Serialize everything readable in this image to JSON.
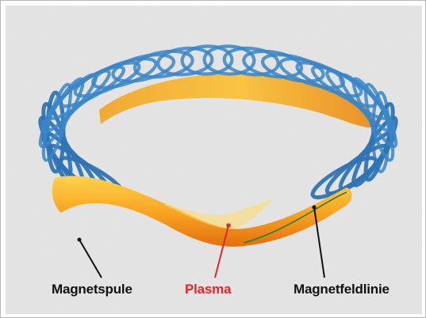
{
  "labels": {
    "coil": "Magnetspule",
    "plasma": "Plasma",
    "field_line": "Magnetfeldlinie"
  },
  "colors": {
    "background": "#e9e9e9",
    "coil": "#3a86c8",
    "plasma": "#f7a11e",
    "field_line": "#2e7d32",
    "label_default": "#111111",
    "label_plasma": "#e3262b"
  }
}
